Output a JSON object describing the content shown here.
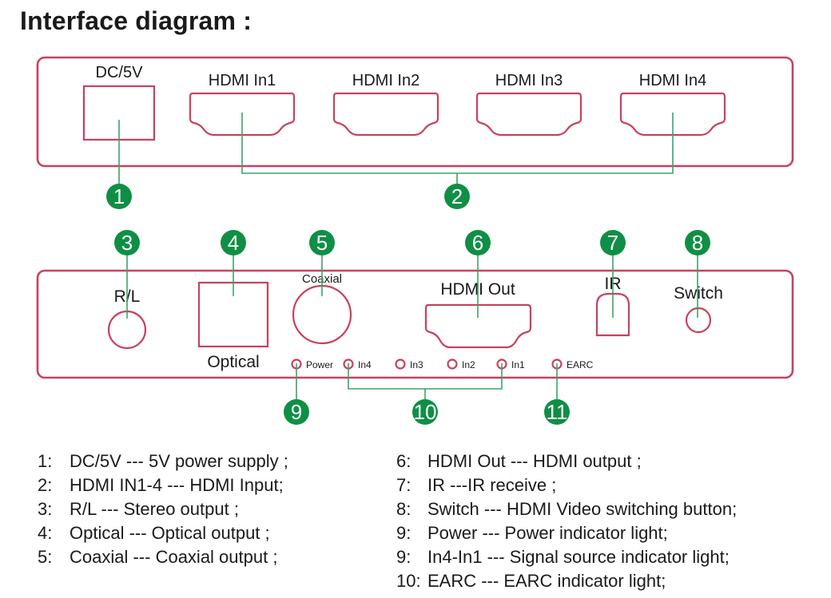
{
  "title": "Interface diagram :",
  "colors": {
    "outline": "#c9405f",
    "leader_line": "#3aa36b",
    "badge_fill": "#0f8f45",
    "badge_text": "#ffffff"
  },
  "front_panel": {
    "ports": [
      {
        "label": "DC/5V",
        "badge": "1",
        "shape": "square"
      },
      {
        "label": "HDMI In1",
        "badge": "2",
        "shape": "hdmi"
      },
      {
        "label": "HDMI In2",
        "badge": "2",
        "shape": "hdmi"
      },
      {
        "label": "HDMI In3",
        "badge": "2",
        "shape": "hdmi"
      },
      {
        "label": "HDMI In4",
        "badge": "2",
        "shape": "hdmi"
      }
    ],
    "badges": [
      "1",
      "2"
    ]
  },
  "rear_panel": {
    "ports": [
      {
        "label": "R/L",
        "badge": "3",
        "shape": "circle"
      },
      {
        "label": "Optical",
        "badge": "4",
        "shape": "square"
      },
      {
        "label": "Coaxial",
        "badge": "5",
        "shape": "circle"
      },
      {
        "label": "HDMI Out",
        "badge": "6",
        "shape": "hdmi"
      },
      {
        "label": "IR",
        "badge": "7",
        "shape": "ir"
      },
      {
        "label": "Switch",
        "badge": "8",
        "shape": "button"
      }
    ],
    "indicators": [
      {
        "label": "Power",
        "badge": "9"
      },
      {
        "label": "In4",
        "badge": "10"
      },
      {
        "label": "In3",
        "badge": "10"
      },
      {
        "label": "In2",
        "badge": "10"
      },
      {
        "label": "In1",
        "badge": "10"
      },
      {
        "label": "EARC",
        "badge": "11"
      }
    ],
    "badges": [
      "3",
      "4",
      "5",
      "6",
      "7",
      "8",
      "9",
      "10",
      "11"
    ]
  },
  "legend": {
    "left": [
      {
        "num": "1:",
        "text": "DC/5V --- 5V power supply ;"
      },
      {
        "num": "2:",
        "text": "HDMI IN1-4 --- HDMI Input;"
      },
      {
        "num": "3:",
        "text": "R/L --- Stereo output ;"
      },
      {
        "num": "4:",
        "text": "Optical --- Optical output ;"
      },
      {
        "num": "5:",
        "text": "Coaxial --- Coaxial output ;"
      }
    ],
    "right": [
      {
        "num": "6:",
        "text": "HDMI Out --- HDMI output ;"
      },
      {
        "num": "7:",
        "text": "IR ---IR receive ;"
      },
      {
        "num": "8:",
        "text": "Switch --- HDMI Video switching button;"
      },
      {
        "num": "9:",
        "text": "Power --- Power indicator light;"
      },
      {
        "num": "9:",
        "text": "In4-In1 --- Signal source indicator light;"
      },
      {
        "num": "10:",
        "text": "EARC --- EARC indicator light;"
      }
    ]
  }
}
